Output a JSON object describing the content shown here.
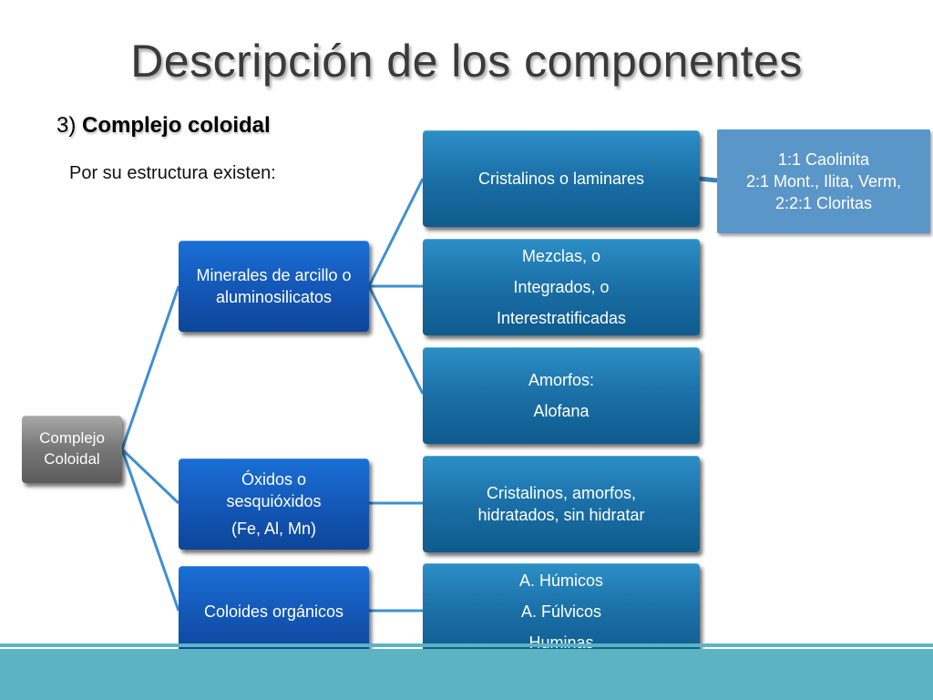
{
  "header": {
    "title": "Descripción de los componentes",
    "subtitle_number": "3)",
    "subtitle_text": "Complejo coloidal",
    "intro": "Por su estructura existen:"
  },
  "diagram": {
    "root": {
      "lines": [
        "Complejo",
        "Coloidal"
      ]
    },
    "minerales": {
      "lines": [
        "Minerales de arcillo o",
        "aluminosilicatos"
      ]
    },
    "oxidos": {
      "lines": [
        "Óxidos o",
        "sesquióxidos",
        "(Fe, Al, Mn)"
      ]
    },
    "organicos": {
      "lines": [
        "Coloides orgánicos"
      ]
    },
    "cristalinos": {
      "lines": [
        "Cristalinos o laminares"
      ]
    },
    "mezclas": {
      "lines": [
        "Mezclas, o",
        "Integrados, o",
        "Interestratificadas"
      ]
    },
    "amorfos": {
      "lines": [
        "Amorfos:",
        "Alofana"
      ]
    },
    "oxidos_tipos": {
      "lines": [
        "Cristalinos, amorfos,",
        "hidratados, sin hidratar"
      ]
    },
    "humicos": {
      "lines": [
        "A. Húmicos",
        "A. Fúlvicos",
        "Huminas"
      ]
    },
    "arcillas_tipos": {
      "lines": [
        "1:1 Caolinita",
        "2:1 Mont., Ilita, Verm,",
        "2:2:1 Cloritas"
      ]
    }
  },
  "colors": {
    "connector": "#3f8fd0",
    "footer": "#5cb4c3"
  }
}
